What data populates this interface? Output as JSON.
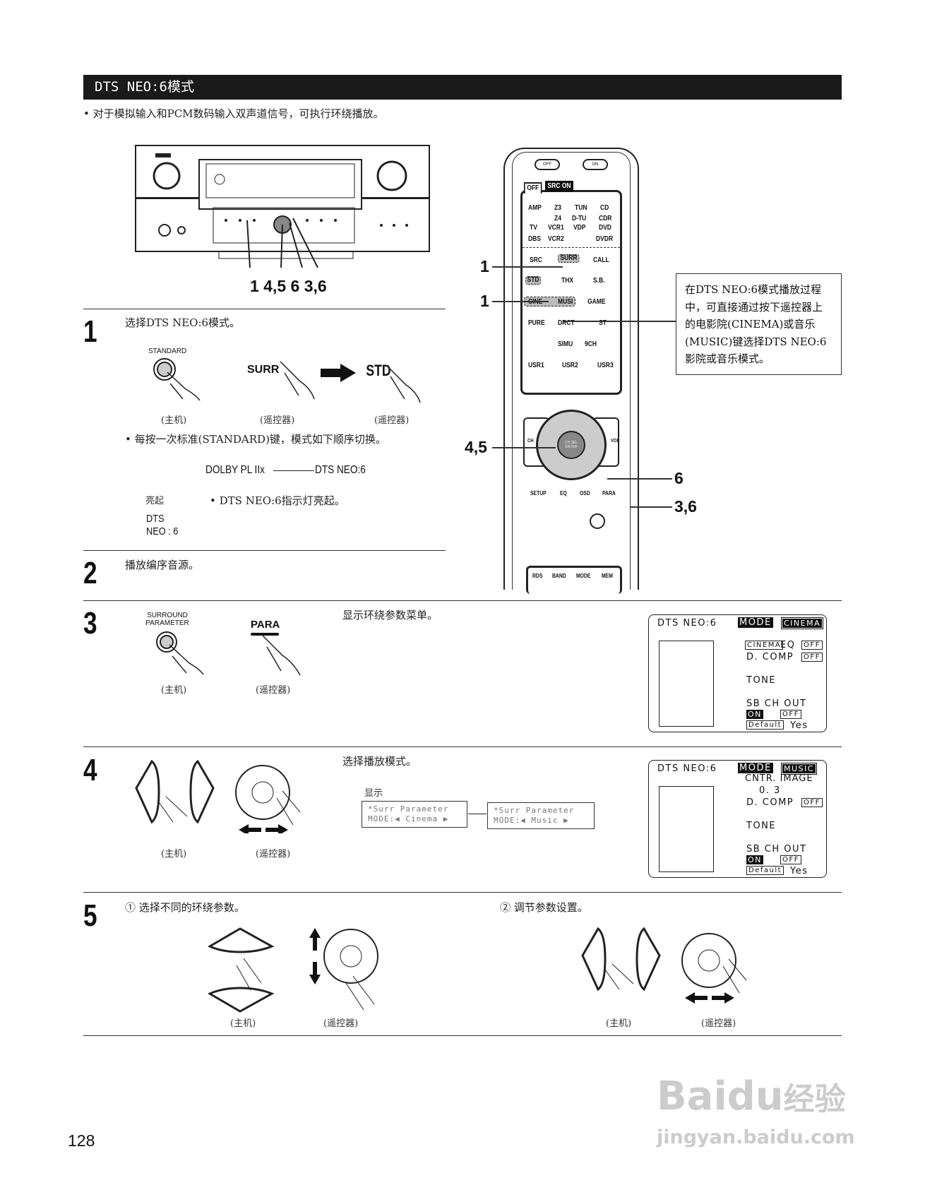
{
  "header": {
    "title": "DTS NEO:6模式"
  },
  "intro": "• 对于模拟输入和PCM数码输入双声道信号，可执行环绕播放。",
  "receiver_callouts": "1  4,5  6  3,6",
  "remote": {
    "power": [
      "OFF",
      "ON"
    ],
    "tabs": [
      "OFF",
      "SRC ON"
    ],
    "source_rows": [
      [
        "AMP",
        "Z3",
        "TUN",
        "CD"
      ],
      [
        "Z4",
        "D-TU",
        "CDR"
      ],
      [
        "TV",
        "VCR1",
        "VDP",
        "DVD"
      ],
      [
        "DBS",
        "VCR2",
        "",
        "DVDR"
      ]
    ],
    "mode_rows": [
      [
        "SRC",
        "SURR",
        "CALL"
      ],
      [
        "STD",
        "THX",
        "S.B."
      ],
      [
        "CINE",
        "MUSI",
        "GAME"
      ],
      [
        "PURE",
        "DRCT",
        "ST"
      ],
      [
        "",
        "SIMU",
        "9CH"
      ],
      [
        "USR1",
        "USR2",
        "USR3"
      ]
    ],
    "ch": "CH",
    "vol": "VOL",
    "enter": [
      "CH SEL",
      "ENTER"
    ],
    "menu": [
      "SETUP",
      "EQ",
      "OSD",
      "PARA"
    ],
    "bottom": [
      "RDS",
      "BAND",
      "MODE",
      "MEM"
    ],
    "callouts": [
      "1",
      "1",
      "4,5",
      "6",
      "3,6"
    ]
  },
  "callout_box": "在DTS NEO:6模式播放过程中，可直接通过按下遥控器上的电影院(CINEMA)或音乐(MUSIC)键选择DTS NEO:6影院或音乐模式。",
  "steps": [
    {
      "number": "1",
      "text": "选择DTS NEO:6模式。",
      "labels": [
        "STANDARD",
        "SURR",
        "STD"
      ],
      "captions": [
        "(主机)",
        "(遥控器)",
        "(遥控器)"
      ],
      "note": "• 每按一次标准(STANDARD)键，模式如下顺序切换。",
      "cycle": [
        "DOLBY PL IIx",
        "DTS NEO:6"
      ],
      "indicator_label": "亮起",
      "indicator": [
        "DTS",
        "NEO : 6"
      ],
      "indicator_note": "• DTS NEO:6指示灯亮起。"
    },
    {
      "number": "2",
      "text": "播放编序音源。"
    },
    {
      "number": "3",
      "text": "显示环绕参数菜单。",
      "labels": [
        "SURROUND PARAMETER",
        "PARA"
      ],
      "captions": [
        "(主机)",
        "(遥控器)"
      ]
    },
    {
      "number": "4",
      "text": "选择播放模式。",
      "captions": [
        "(主机)",
        "(遥控器)"
      ],
      "display_label": "显示",
      "displays": [
        [
          "*Surr Parameter",
          "MODE:◀ Cinema ▶"
        ],
        [
          "*Surr Parameter",
          "MODE:◀ Music  ▶"
        ]
      ]
    },
    {
      "number": "5",
      "sub": [
        "① 选择不同的环绕参数。",
        "② 调节参数设置。"
      ],
      "captions": [
        "(主机)",
        "(遥控器)",
        "(主机)",
        "(遥控器)"
      ]
    }
  ],
  "osd_cinema": {
    "title": "DTS NEO:6",
    "mode": "MODE",
    "mode_val": "CINEMA",
    "l1a": "CINEMA",
    "l1b": "EQ",
    "off": "OFF",
    "dcomp": "D. COMP",
    "tone": "TONE",
    "sb": "SB CH OUT",
    "on": "ON",
    "default": "Default",
    "yes": "Yes"
  },
  "osd_music": {
    "title": "DTS NEO:6",
    "mode": "MODE",
    "mode_val": "MUSIC",
    "cntr": "CNTR. IMAGE",
    "cntr_val": "0. 3",
    "dcomp": "D. COMP",
    "off": "OFF",
    "tone": "TONE",
    "sb": "SB CH OUT",
    "on": "ON",
    "default": "Default",
    "yes": "Yes"
  },
  "page_number": "128",
  "watermark": [
    "Bai",
    "du",
    "经验",
    "jingyan.baidu.com"
  ]
}
